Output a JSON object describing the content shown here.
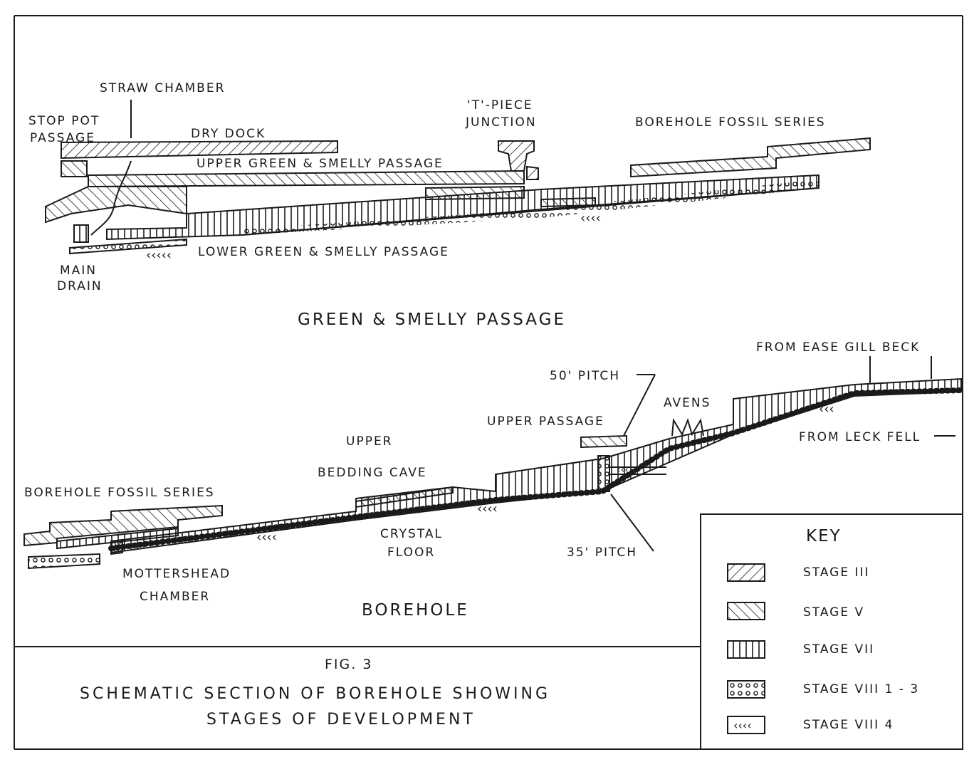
{
  "top_section": {
    "title": "GREEN & SMELLY PASSAGE",
    "labels": {
      "straw_chamber": "STRAW CHAMBER",
      "stop_pot_1": "STOP POT",
      "stop_pot_2": "PASSAGE",
      "dry_dock": "DRY DOCK",
      "t_piece_1": "'T'-PIECE",
      "t_piece_2": "JUNCTION",
      "borehole_fossil": "BOREHOLE FOSSIL SERIES",
      "upper_gs": "UPPER GREEN & SMELLY PASSAGE",
      "lower_gs": "LOWER GREEN & SMELLY PASSAGE",
      "main_drain_1": "MAIN",
      "main_drain_2": "DRAIN"
    }
  },
  "bottom_section": {
    "title": "BOREHOLE",
    "labels": {
      "from_ease_gill": "FROM EASE GILL BECK",
      "pitch_50": "50' PITCH",
      "avens": "AVENS",
      "upper_passage": "UPPER PASSAGE",
      "from_leck_fell": "FROM LECK FELL",
      "upper": "UPPER",
      "bedding_cave": "BEDDING CAVE",
      "borehole_fossil": "BOREHOLE FOSSIL SERIES",
      "crystal_1": "CRYSTAL",
      "crystal_2": "FLOOR",
      "pitch_35": "35' PITCH",
      "mottershead_1": "MOTTERSHEAD",
      "mottershead_2": "CHAMBER"
    }
  },
  "caption": {
    "fig": "FIG. 3",
    "line1": "SCHEMATIC SECTION OF BOREHOLE SHOWING",
    "line2": "STAGES OF DEVELOPMENT"
  },
  "key": {
    "title": "KEY",
    "items": [
      {
        "label": "STAGE III",
        "pattern": "hatch-right"
      },
      {
        "label": "STAGE V",
        "pattern": "hatch-left"
      },
      {
        "label": "STAGE VII",
        "pattern": "vertical-lines"
      },
      {
        "label": "STAGE VIII 1 - 3",
        "pattern": "circles"
      },
      {
        "label": "STAGE VIII 4",
        "pattern": "arrows"
      }
    ]
  },
  "colors": {
    "ink": "#1a1a1a",
    "paper": "#ffffff"
  }
}
